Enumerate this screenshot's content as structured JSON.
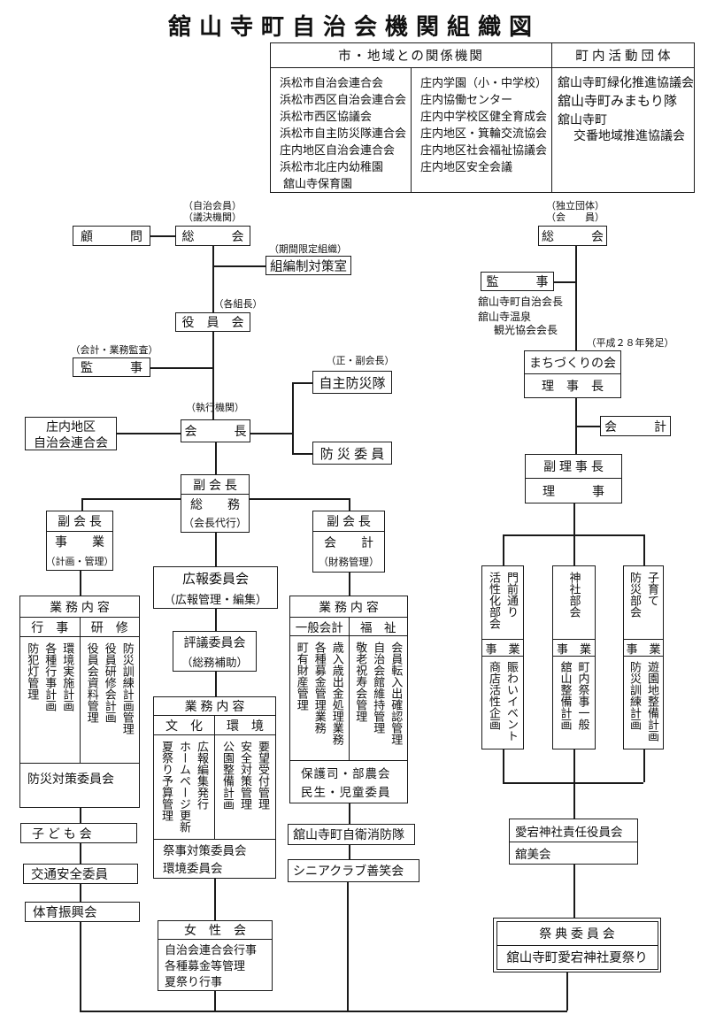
{
  "title": "舘山寺町自治会機関組織図",
  "top_table": {
    "header_left": "市・地域との関係機関",
    "header_right": "町 内 活 動 団 体",
    "col1": [
      "浜松市自治会連合会",
      "浜松市西区自治会連合会",
      "浜松市西区協議会",
      "浜松市自主防災隊連合会",
      "庄内地区自治会連合会",
      "浜松市北庄内幼稚園",
      "舘山寺保育園"
    ],
    "col2": [
      "庄内学園（小・中学校）",
      "庄内協働センター",
      "庄内中学校区健全育成会",
      "庄内地区・箕輪交流協会",
      "庄内地区社会福祉協議会",
      "庄内地区安全会議"
    ],
    "col3": [
      "舘山寺町緑化推進協議会",
      "舘山寺町みまもり隊",
      "舘山寺町",
      "交番地域推進協議会"
    ]
  },
  "main": {
    "sokai_note1": "（自治会員）",
    "sokai_note2": "（議決機関）",
    "komon": "顧　　　問",
    "sokai": "総　　　会",
    "kumihensei_note": "（期間限定組織）",
    "kumihensei": "組編制対策室",
    "yakuinkai_note": "（各組長）",
    "yakuinkai": "役　員　会",
    "kanji_note": "（会計・業務監査）",
    "kanji": "監　　　事",
    "shonai1": "庄内地区",
    "shonai2": "自治会連合会",
    "kaicho_note": "（執行機関）",
    "kaicho": "会　　　長",
    "bosai_note": "（正・副会長）",
    "jishu_bosaitai": "自主防災隊",
    "bosai_iin": "防 災 委 員",
    "fuku_somu": {
      "r1": "副 会 長",
      "r2": "総　　務",
      "r3": "（会長代行）"
    },
    "fuku_jigyo": {
      "r1": "副 会 長",
      "r2": "事　　業",
      "r3": "（計画・管理）"
    },
    "fuku_kaikei": {
      "r1": "副 会 長",
      "r2": "会　　計",
      "r3": "（財務管理）"
    }
  },
  "gyomu_left": {
    "header": "業 務 内 容",
    "col1_header": "行　事",
    "col2_header": "研　修",
    "col1_items": [
      "環境実施計画",
      "各種行事計画",
      "防犯灯管理"
    ],
    "col2_items": [
      "防災訓練計画管理",
      "役員研修会計画",
      "役員会資料管理"
    ],
    "footer": "防災対策委員会"
  },
  "left_chain": [
    "子 ど も 会",
    "交通安全委員",
    "体育振興会"
  ],
  "koho": {
    "line1": "広報委員会",
    "line2": "（広報管理・編集）"
  },
  "hyogi": {
    "line1": "評議委員会",
    "line2": "（総務補助）"
  },
  "gyomu_mid": {
    "header": "業 務 内 容",
    "col1_header": "文　化",
    "col2_header": "環　境",
    "col1_items": [
      "広報編集発行",
      "ホームページ更新",
      "夏祭り予算管理"
    ],
    "col2_items": [
      "要望受付管理",
      "安全対策管理",
      "公園整備計画"
    ],
    "footer1": "祭事対策委員会",
    "footer2": "環境委員会"
  },
  "josei": {
    "header": "女　性　会",
    "items": [
      "自治会連合会行事",
      "各種募金等管理",
      "夏祭り行事"
    ]
  },
  "gyomu_right": {
    "header": "業 務 内 容",
    "col1_header": "一般会計",
    "col2_header": "福　祉",
    "col1_items": [
      "歳入歳出金処理業務",
      "各種募金管理業務",
      "町有財産管理"
    ],
    "col2_items": [
      "会員転入出確認管理",
      "自治会館維持管理",
      "敬老祝寿会管理"
    ],
    "footer1": "保護司・部農会",
    "footer2": "民生・児童委員"
  },
  "shobotai": "舘山寺町自衛消防隊",
  "senior_club": "シニアクラブ善笑会",
  "machizukuri": {
    "sokai_note1": "（独立団体）",
    "sokai_note2": "（会　　員）",
    "sokai": "総　　　会",
    "kanji": "監　　　事",
    "kanji_sub1": "舘山寺町自治会長",
    "kanji_sub2": "舘山寺温泉",
    "kanji_sub3": "観光協会会長",
    "note": "（平成２８年発足）",
    "kai_name": "まちづくりの会",
    "rijicho": "理　事　長",
    "kaikei": "会　　　計",
    "fukurijicho": "副 理 事 長",
    "riji": "理　　　事",
    "bukai1": {
      "head1": "門前通り",
      "head2": "活性化部会",
      "jigyo": "事　業",
      "item1": "賑わいイベント",
      "item2": "商店活性企画"
    },
    "bukai2": {
      "head1": "神社部会",
      "jigyo": "事　業",
      "item1": "町内祭事一般",
      "item2": "舘山整備計画"
    },
    "bukai3": {
      "head1": "子育て",
      "head2": "防災部会",
      "jigyo": "事　業",
      "item1": "遊園地整備計画",
      "item2": "防災訓練計画"
    },
    "atago1": "愛宕神社責任役員会",
    "atago2": "舘美会",
    "saiten_header": "祭 典 委 員 会",
    "saiten_body": "舘山寺町愛宕神社夏祭り"
  }
}
